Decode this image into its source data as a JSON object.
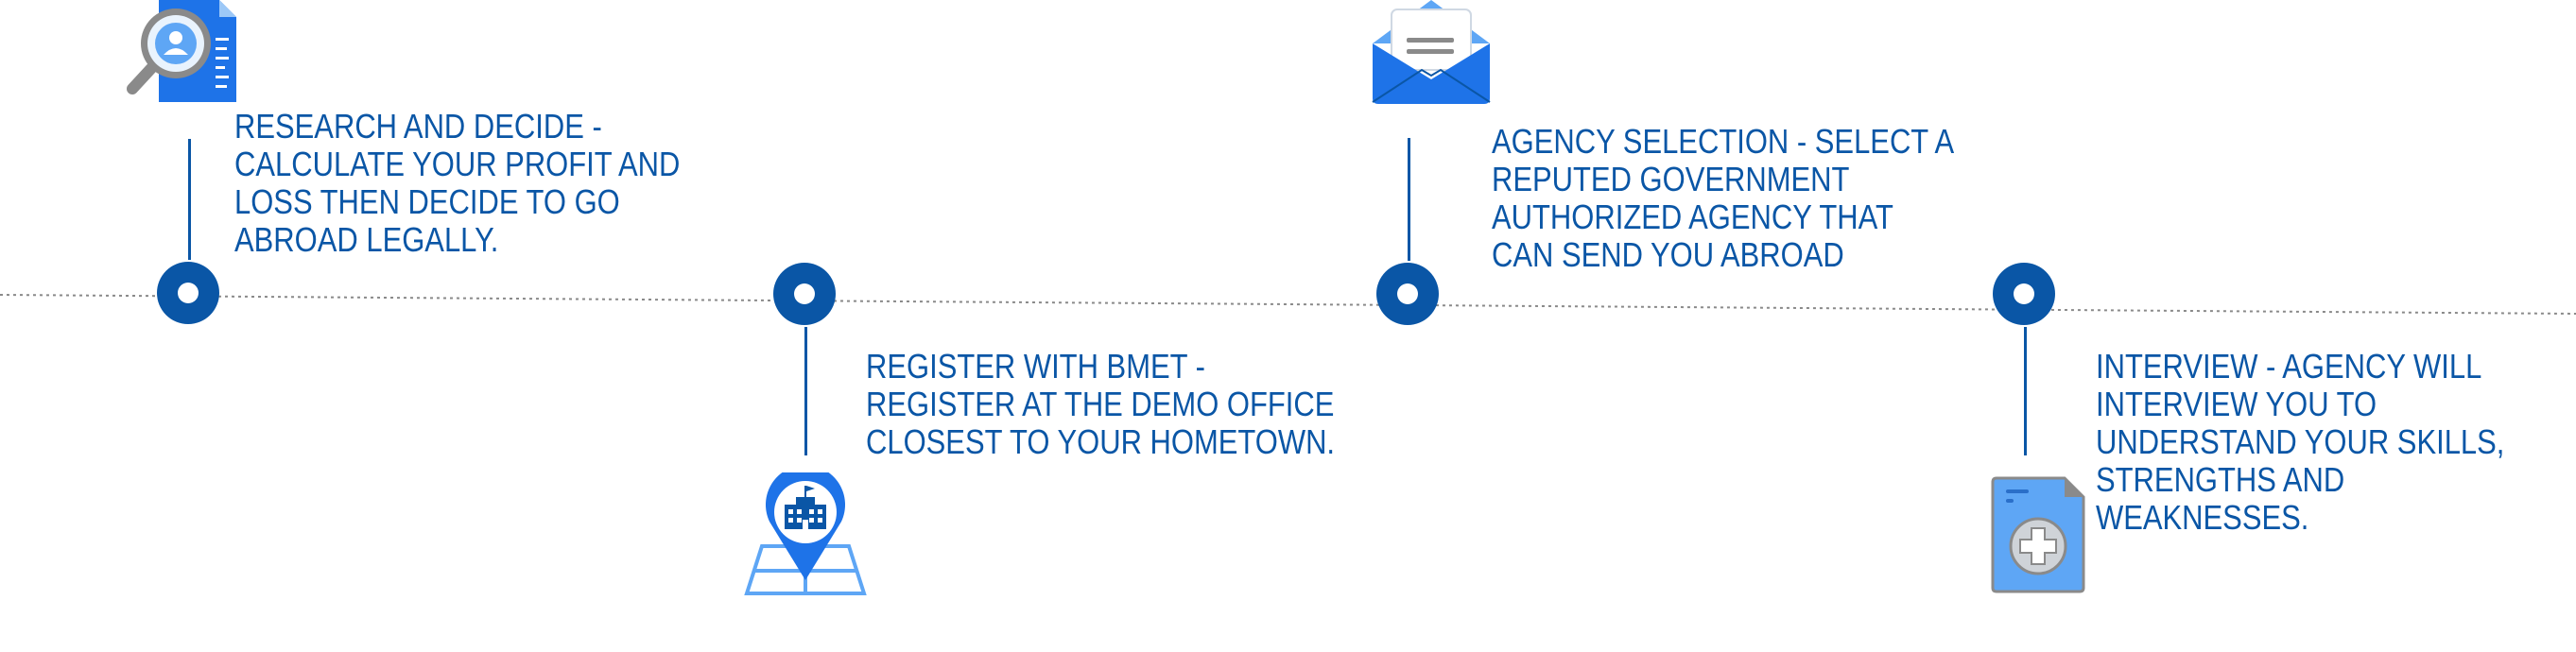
{
  "colors": {
    "primary": "#0a56a6",
    "icon_blue": "#1e73e8",
    "icon_light": "#5ea6f5",
    "icon_gray": "#8a8a8a"
  },
  "steps": [
    {
      "title": "RESEARCH AND DECIDE",
      "text_lines": [
        "RESEARCH AND DECIDE -",
        "CALCULATE YOUR PROFIT AND",
        "LOSS THEN DECIDE TO GO",
        "ABROAD LEGALLY."
      ],
      "icon": "document-search-icon"
    },
    {
      "title": "REGISTER WITH BMET",
      "text_lines": [
        "REGISTER WITH BMET -",
        "REGISTER AT THE DEMO OFFICE",
        "CLOSEST TO YOUR HOMETOWN."
      ],
      "icon": "location-building-icon"
    },
    {
      "title": "AGENCY SELECTION",
      "text_lines": [
        "AGENCY SELECTION - SELECT A",
        "REPUTED GOVERNMENT",
        "AUTHORIZED AGENCY THAT",
        "CAN SEND YOU ABROAD"
      ],
      "icon": "envelope-icon"
    },
    {
      "title": "INTERVIEW",
      "text_lines": [
        "INTERVIEW - AGENCY WILL",
        "INTERVIEW YOU TO",
        "UNDERSTAND YOUR SKILLS,",
        "STRENGTHS AND",
        "WEAKNESSES."
      ],
      "icon": "medical-document-icon"
    }
  ]
}
